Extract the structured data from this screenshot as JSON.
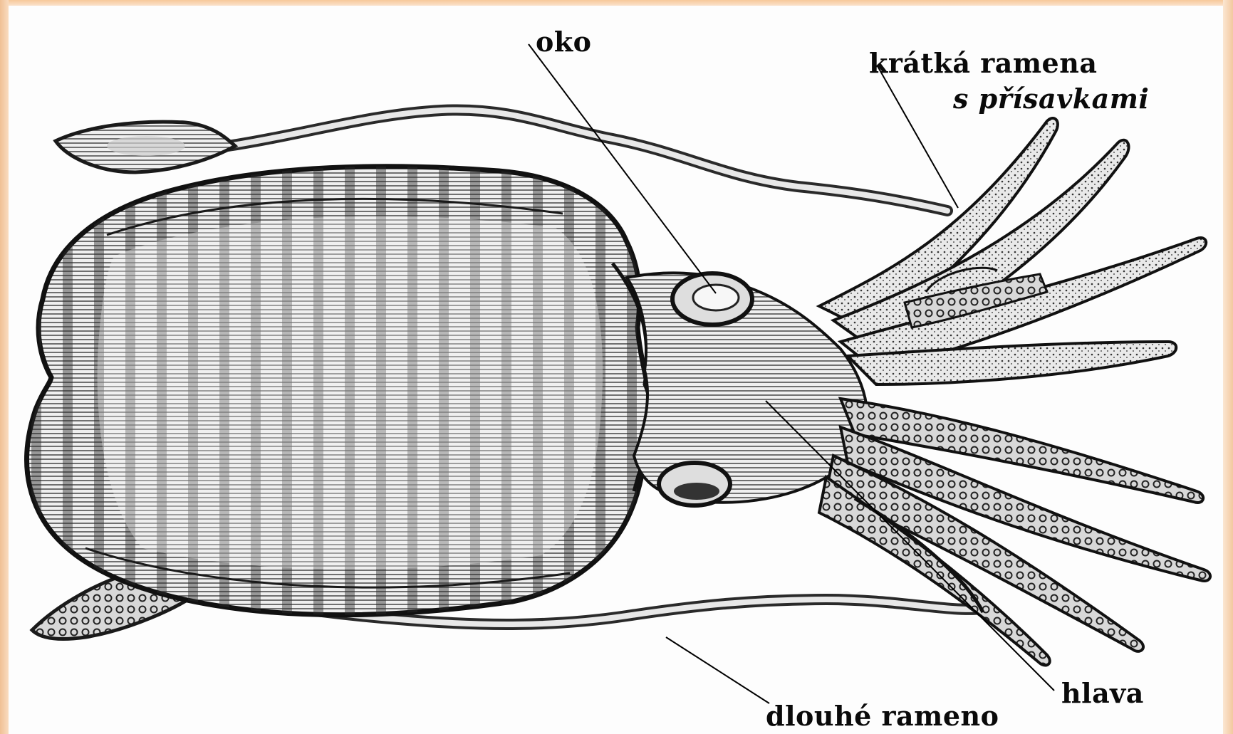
{
  "labels": {
    "eye": "oko",
    "short_arms_line1": "krátká ramena",
    "short_arms_line2": "s přísavkami",
    "head": "hlava",
    "long_arm": "dlouhé rameno"
  },
  "colors": {
    "frame": "#f7c89a",
    "ink": "#1a1a1a",
    "paper": "#fdfdfd"
  }
}
